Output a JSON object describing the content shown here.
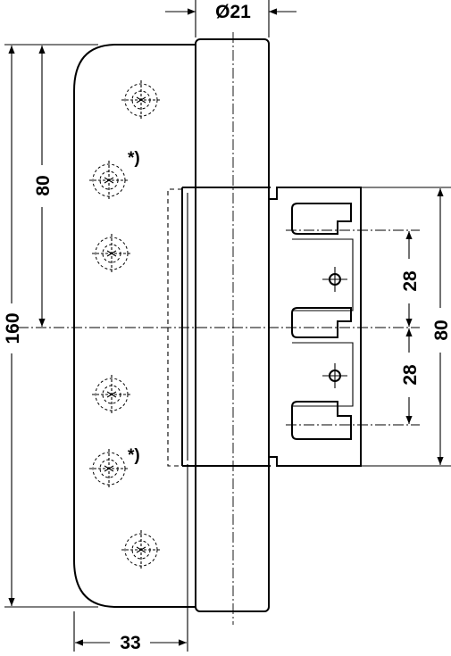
{
  "dimensions": {
    "diameter": "Ø21",
    "total_height": "160",
    "upper_height": "80",
    "width": "33",
    "frame_height": "80",
    "pitch_upper": "28",
    "pitch_lower": "28"
  },
  "notes": {
    "asterisk_upper": "*)",
    "asterisk_lower": "*)"
  }
}
